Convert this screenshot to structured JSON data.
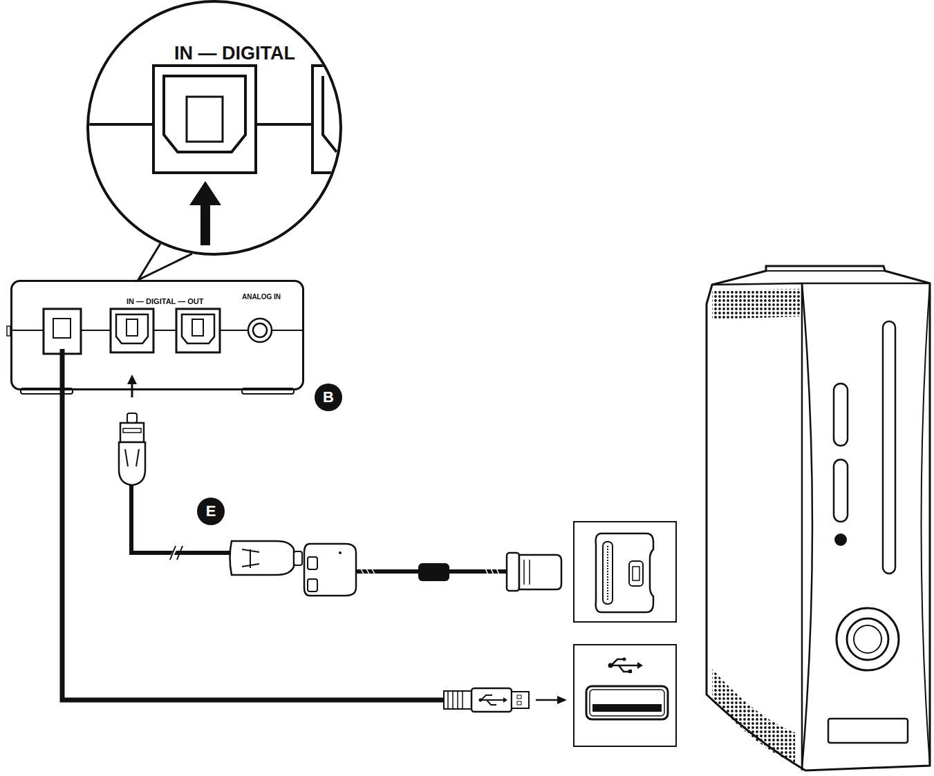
{
  "diagram": {
    "nodes": [
      {
        "text": [
          "IN — DIGITAL"
        ]
      },
      {
        "text": [
          "IN — DIGITAL — OUT",
          "ANALOG IN"
        ]
      }
    ],
    "edges": [
      {
        "from": 1,
        "to": 0,
        "arrow": "none"
      }
    ],
    "labels": [
      "B",
      "E"
    ]
  }
}
